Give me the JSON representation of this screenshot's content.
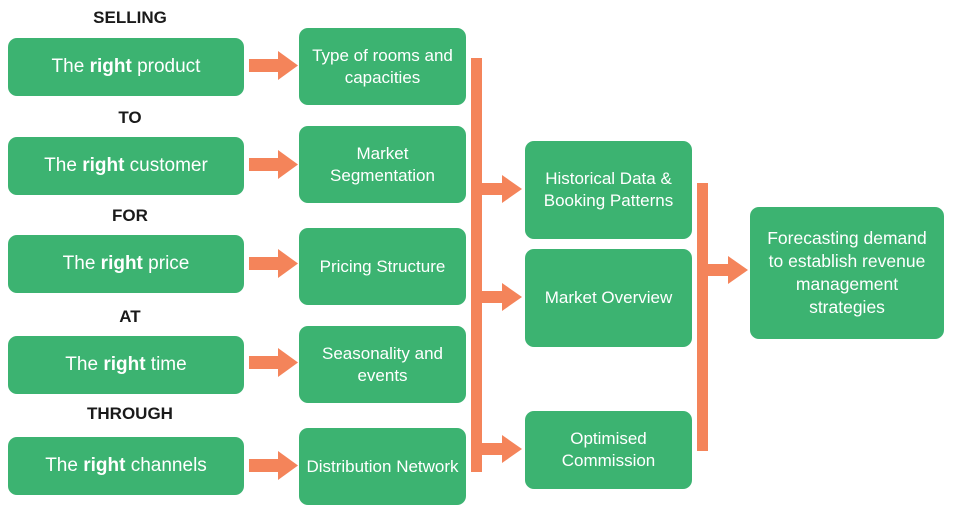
{
  "rows": [
    {
      "label": "SELLING",
      "pre": "The ",
      "bold": "right",
      "post": " product",
      "middle": "Type of rooms and capacities"
    },
    {
      "label": "TO",
      "pre": "The ",
      "bold": "right",
      "post": " customer",
      "middle": "Market Segmentation"
    },
    {
      "label": "FOR",
      "pre": "The ",
      "bold": "right",
      "post": " price",
      "middle": "Pricing Structure"
    },
    {
      "label": "AT",
      "pre": "The ",
      "bold": "right",
      "post": " time",
      "middle": "Seasonality and events"
    },
    {
      "label": "THROUGH",
      "pre": "The ",
      "bold": "right",
      "post": " channels",
      "middle": "Distribution Network"
    }
  ],
  "column3": [
    {
      "text": "Historical Data & Booking Patterns"
    },
    {
      "text": "Market Overview"
    },
    {
      "text": "Optimised Commission"
    }
  ],
  "final": {
    "text": "Forecasting demand to establish revenue management strategies"
  },
  "colors": {
    "box": "#3cb371",
    "arrow": "#f4845a",
    "label": "#1a1a1a"
  }
}
